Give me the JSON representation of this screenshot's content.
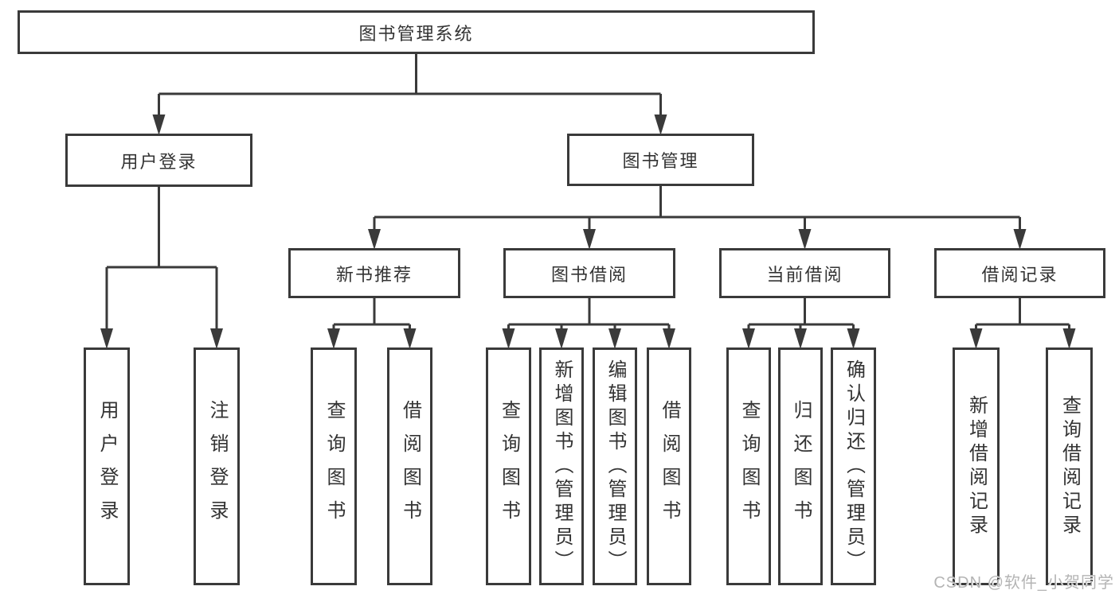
{
  "diagram": {
    "title": "图书管理系统",
    "nodes": [
      {
        "id": "root",
        "label": "图书管理系统"
      },
      {
        "id": "login",
        "label": "用户登录"
      },
      {
        "id": "book-mgmt",
        "label": "图书管理"
      },
      {
        "id": "new-book",
        "label": "新书推荐"
      },
      {
        "id": "book-borrow",
        "label": "图书借阅"
      },
      {
        "id": "current-borrow",
        "label": "当前借阅"
      },
      {
        "id": "borrow-records",
        "label": "借阅记录"
      },
      {
        "id": "login-user",
        "label": "用户登录"
      },
      {
        "id": "login-logout",
        "label": "注销登录"
      },
      {
        "id": "nb-query",
        "label": "查询图书"
      },
      {
        "id": "nb-borrow",
        "label": "借阅图书"
      },
      {
        "id": "bb-query",
        "label": "查询图书"
      },
      {
        "id": "bb-add",
        "label": "新增图书（管理员）"
      },
      {
        "id": "bb-edit",
        "label": "编辑图书（管理员）"
      },
      {
        "id": "bb-borrow",
        "label": "借阅图书"
      },
      {
        "id": "cb-query",
        "label": "查询图书"
      },
      {
        "id": "cb-return",
        "label": "归还图书"
      },
      {
        "id": "cb-confirm",
        "label": "确认归还（管理员）"
      },
      {
        "id": "br-add",
        "label": "新增借阅记录"
      },
      {
        "id": "br-query",
        "label": "查询借阅记录"
      }
    ],
    "edges": [
      [
        "root",
        "login"
      ],
      [
        "root",
        "book-mgmt"
      ],
      [
        "login",
        "login-user"
      ],
      [
        "login",
        "login-logout"
      ],
      [
        "book-mgmt",
        "new-book"
      ],
      [
        "book-mgmt",
        "book-borrow"
      ],
      [
        "book-mgmt",
        "current-borrow"
      ],
      [
        "book-mgmt",
        "borrow-records"
      ],
      [
        "new-book",
        "nb-query"
      ],
      [
        "new-book",
        "nb-borrow"
      ],
      [
        "book-borrow",
        "bb-query"
      ],
      [
        "book-borrow",
        "bb-add"
      ],
      [
        "book-borrow",
        "bb-edit"
      ],
      [
        "book-borrow",
        "bb-borrow"
      ],
      [
        "current-borrow",
        "cb-query"
      ],
      [
        "current-borrow",
        "cb-return"
      ],
      [
        "current-borrow",
        "cb-confirm"
      ],
      [
        "borrow-records",
        "br-add"
      ],
      [
        "borrow-records",
        "br-query"
      ]
    ]
  },
  "watermark": {
    "text": "CSDN @软件_小贺同学"
  },
  "colors": {
    "line": "#3a3a3a",
    "text": "#333333",
    "background": "#ffffff",
    "watermark": "#b4b4b4"
  }
}
